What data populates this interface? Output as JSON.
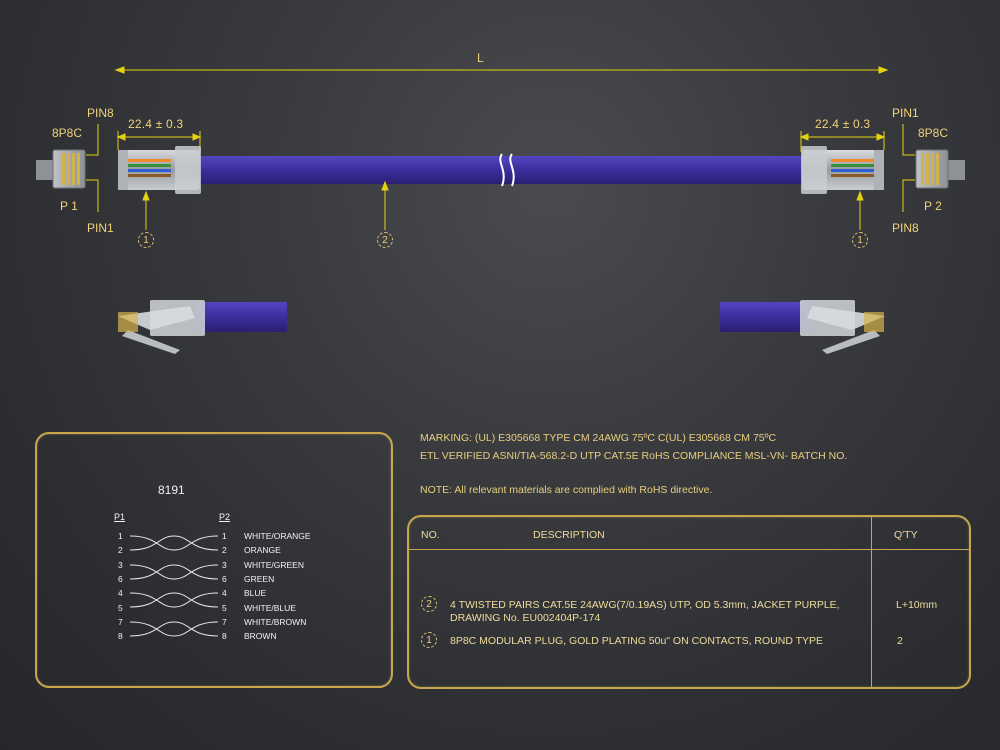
{
  "dimension": {
    "length_label": "L",
    "plug_length_left": "22.4 ± 0.3",
    "plug_length_right": "22.4 ± 0.3"
  },
  "left_end": {
    "pin_top": "PIN8",
    "connector": "8P8C",
    "port": "P 1",
    "pin_bottom": "PIN1"
  },
  "right_end": {
    "pin_top": "PIN1",
    "connector": "8P8C",
    "port": "P 2",
    "pin_bottom": "PIN8"
  },
  "callouts": {
    "plug_left": "1",
    "cable": "2",
    "plug_right": "1"
  },
  "colors": {
    "jacket": "#3d2f9e",
    "gold": "#c7a64e",
    "leader": "#e4d20f"
  },
  "wiring": {
    "part_no": "8191",
    "p1_header": "P1",
    "p2_header": "P2",
    "rows": [
      {
        "p1": "1",
        "p2": "1",
        "color": "WHITE/ORANGE"
      },
      {
        "p1": "2",
        "p2": "2",
        "color": "ORANGE"
      },
      {
        "p1": "3",
        "p2": "3",
        "color": "WHITE/GREEN"
      },
      {
        "p1": "6",
        "p2": "6",
        "color": "GREEN"
      },
      {
        "p1": "4",
        "p2": "4",
        "color": "BLUE"
      },
      {
        "p1": "5",
        "p2": "5",
        "color": "WHITE/BLUE"
      },
      {
        "p1": "7",
        "p2": "7",
        "color": "WHITE/BROWN"
      },
      {
        "p1": "8",
        "p2": "8",
        "color": "BROWN"
      }
    ]
  },
  "notes": {
    "marking": "MARKING: (UL) E305668 TYPE CM 24AWG 75ºC C(UL) E305668 CM 75ºC",
    "etl": "ETL VERIFIED ASNI/TIA-568.2-D UTP CAT.5E RoHS COMPLIANCE MSL-VN- BATCH NO.",
    "note": "NOTE: All relevant materials are complied with RoHS directive."
  },
  "bom": {
    "header_no": "NO.",
    "header_desc": "DESCRIPTION",
    "header_qty": "Q'TY",
    "items": [
      {
        "no": "2",
        "desc_line1": "4 TWISTED PAIRS CAT.5E 24AWG(7/0.19AS) UTP, OD 5.3mm, JACKET PURPLE,",
        "desc_line2": "DRAWING No. EU002404P-174",
        "qty": "L+10mm"
      },
      {
        "no": "1",
        "desc_line1": "8P8C MODULAR PLUG, GOLD PLATING 50u\" ON CONTACTS, ROUND TYPE",
        "desc_line2": "",
        "qty": "2"
      }
    ]
  }
}
